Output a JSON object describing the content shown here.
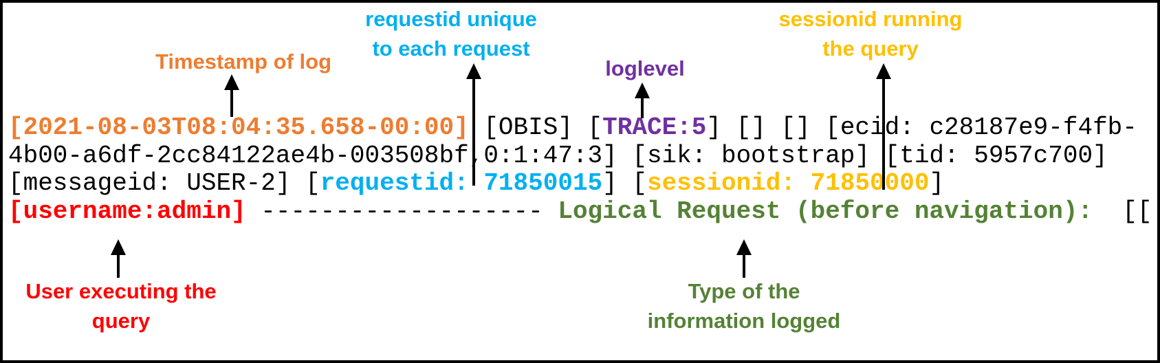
{
  "colors": {
    "orange": "#ED7D31",
    "cyan": "#00B0F0",
    "purple": "#7030A0",
    "yellow": "#FFC000",
    "red": "#FF0000",
    "green": "#548235",
    "black": "#000000"
  },
  "annotations": {
    "timestamp": {
      "color": "orange",
      "lines": [
        "Timestamp of log"
      ]
    },
    "requestid": {
      "color": "cyan",
      "lines": [
        "requestid unique",
        "to each request"
      ]
    },
    "loglevel": {
      "color": "purple",
      "lines": [
        "loglevel"
      ]
    },
    "sessionid": {
      "color": "yellow",
      "lines": [
        "sessionid running",
        "the query"
      ]
    },
    "username": {
      "color": "red",
      "lines": [
        "User executing the",
        "query"
      ]
    },
    "logtype": {
      "color": "green",
      "lines": [
        "Type of the",
        "information logged"
      ]
    }
  },
  "log": {
    "lines": [
      [
        {
          "t": "[2021-08-03T08:04:35.658-00:00]",
          "c": "orange",
          "b": true,
          "n": "timestamp-token"
        },
        {
          "t": " [OBIS] [",
          "c": "black",
          "b": false
        },
        {
          "t": "TRACE:5",
          "c": "purple",
          "b": true,
          "n": "loglevel-token"
        },
        {
          "t": "] [] [] [ecid: c28187e9-f4fb-",
          "c": "black",
          "b": false
        }
      ],
      [
        {
          "t": "4b00-a6df-2cc84122ae4b-003508bf,0:1:47:3] [sik: bootstrap] [tid: 5957c700]",
          "c": "black",
          "b": false
        }
      ],
      [
        {
          "t": "[messageid: USER-2] [",
          "c": "black",
          "b": false
        },
        {
          "t": "requestid: 71850015",
          "c": "cyan",
          "b": true,
          "n": "requestid-token"
        },
        {
          "t": "] [",
          "c": "black",
          "b": false
        },
        {
          "t": "sessionid: 71850000",
          "c": "yellow",
          "b": true,
          "n": "sessionid-token"
        },
        {
          "t": "]",
          "c": "black",
          "b": false
        }
      ],
      [
        {
          "t": "[username:admin]",
          "c": "red",
          "b": true,
          "n": "username-token"
        },
        {
          "t": " ------------------- ",
          "c": "black",
          "b": false
        },
        {
          "t": "Logical Request (before navigation):",
          "c": "green",
          "b": true,
          "n": "message-type-token"
        },
        {
          "t": "  [[",
          "c": "black",
          "b": false
        }
      ]
    ]
  }
}
